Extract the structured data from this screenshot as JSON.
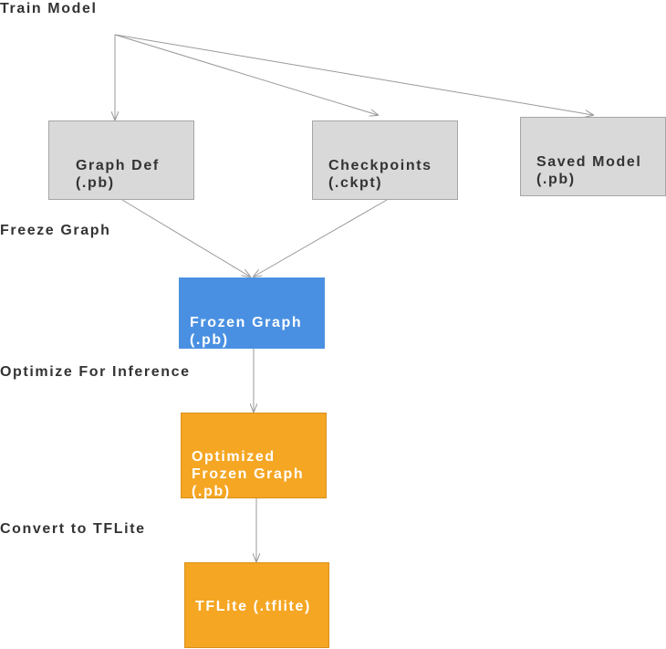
{
  "stages": {
    "train_model": "Train Model",
    "freeze_graph": "Freeze Graph",
    "optimize_for_inference": "Optimize For Inference",
    "convert_to_tflite": "Convert to TFLite"
  },
  "nodes": {
    "graph_def": "Graph Def\n(.pb)",
    "checkpoints": "Checkpoints\n(.ckpt)",
    "saved_model": "Saved Model\n(.pb)",
    "frozen_graph": "Frozen Graph\n(.pb)",
    "optimized_frozen_graph": "Optimized\nFrozen Graph\n(.pb)",
    "tflite": "TFLite (.tflite)"
  },
  "colors": {
    "grey_fill": "#d9d9d9",
    "blue_fill": "#4a90e2",
    "orange_fill": "#f5a623",
    "connector": "#999999",
    "label_text": "#333333"
  }
}
